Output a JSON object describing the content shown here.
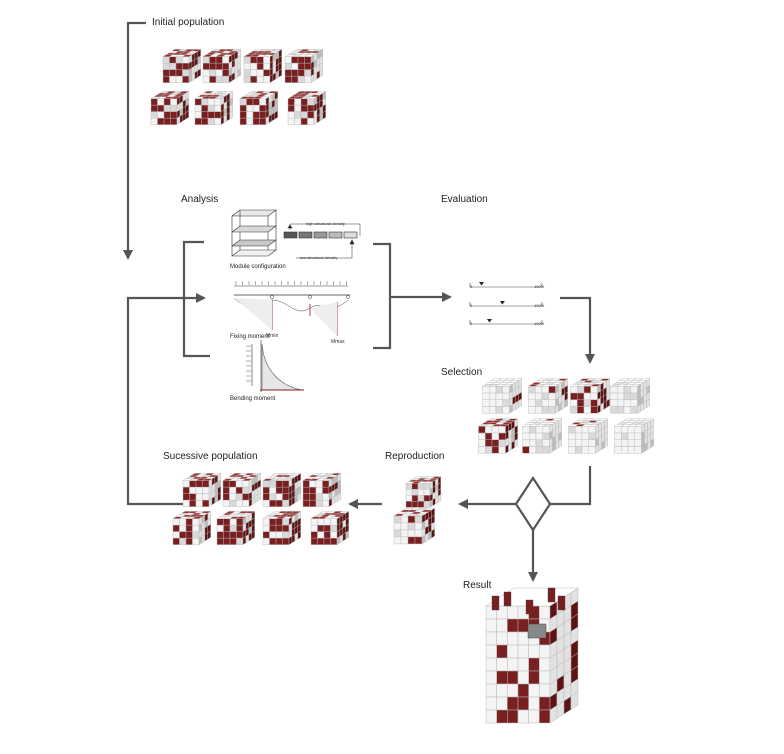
{
  "stages": {
    "initial_population": "Initial population",
    "analysis": "Analysis",
    "evaluation": "Evaluation",
    "selection": "Selection",
    "reproduction": "Reproduction",
    "successive_population": "Sucessive population",
    "result": "Result"
  },
  "analysis": {
    "module_configuration": "Module configuration",
    "high_structural_density": "high structural density",
    "low_structural_density": "low structural density",
    "fixing_moment": "Fixing moment",
    "m_min": "Mmin",
    "m_max": "Mmax",
    "bending_moment": "Bending moment"
  },
  "evaluation": {
    "scale_min": "0",
    "scale_max": "100%",
    "scores": [
      0.16,
      0.45,
      0.27
    ]
  },
  "colors": {
    "arrow": "#555555",
    "accent": "#7a1f1f",
    "cube_face": "#f4f4f4",
    "cube_edge": "#b8b8b8"
  }
}
